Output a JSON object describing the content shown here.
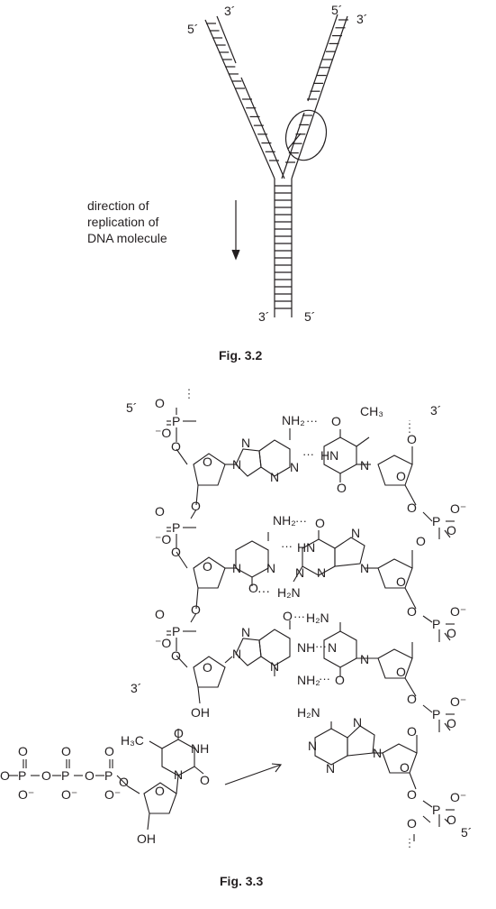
{
  "fig32": {
    "caption": "Fig. 3.2",
    "prime_5": "5´",
    "prime_3": "3´",
    "direction_label": [
      "direction of",
      "replication of",
      "DNA molecule"
    ]
  },
  "fig33": {
    "caption": "Fig. 3.3",
    "prime_5": "5´",
    "prime_3": "3´"
  },
  "atoms": {
    "O": "O",
    "Ominus": "O⁻",
    "minusO": "⁻O",
    "P": "P",
    "N": "N",
    "NH": "NH",
    "HN": "HN",
    "NH2": "NH₂",
    "H2N": "H₂N",
    "OH": "OH",
    "CH3": "CH₃",
    "H3C": "H₃C",
    "dots": "····",
    "hdots": "···"
  },
  "colors": {
    "ink": "#231f20",
    "background": "#ffffff"
  }
}
